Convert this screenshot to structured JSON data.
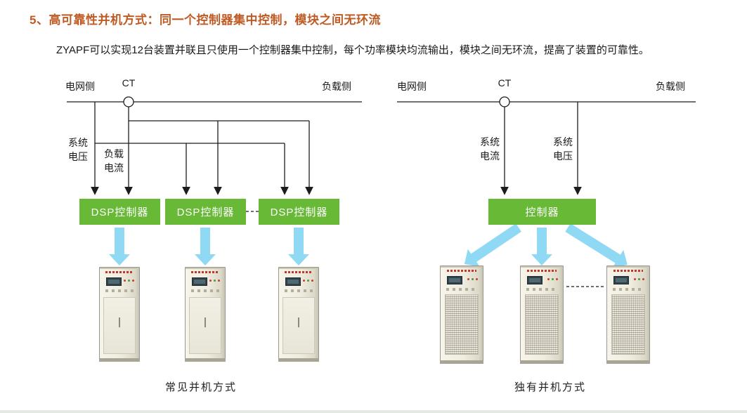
{
  "page": {
    "title": "5、高可靠性并机方式：同一个控制器集中控制，模块之间无环流",
    "description": "ZYAPF可以实现12台装置并联且只使用一个控制器集中控制，每个功率模块均流输出，模块之间无环流，提高了装置的可靠性。"
  },
  "left_diagram": {
    "grid_label": "电网侧",
    "ct_label": "CT",
    "load_label": "负载侧",
    "system_voltage_label": "系统电压",
    "load_current_label": "负载电流",
    "controllers": [
      "DSP控制器",
      "DSP控制器",
      "DSP控制器"
    ],
    "caption": "常见并机方式"
  },
  "right_diagram": {
    "grid_label": "电网侧",
    "ct_label": "CT",
    "load_label": "负载侧",
    "system_current_label": "系统电流",
    "system_voltage_label": "系统电压",
    "controller": "控制器",
    "caption": "独有并机方式"
  },
  "colors": {
    "title_color": "#bf5a23",
    "controller_green": "#67b936",
    "flow_arrow_blue": "#8fd9f4",
    "line_color": "#1c1c1c"
  }
}
